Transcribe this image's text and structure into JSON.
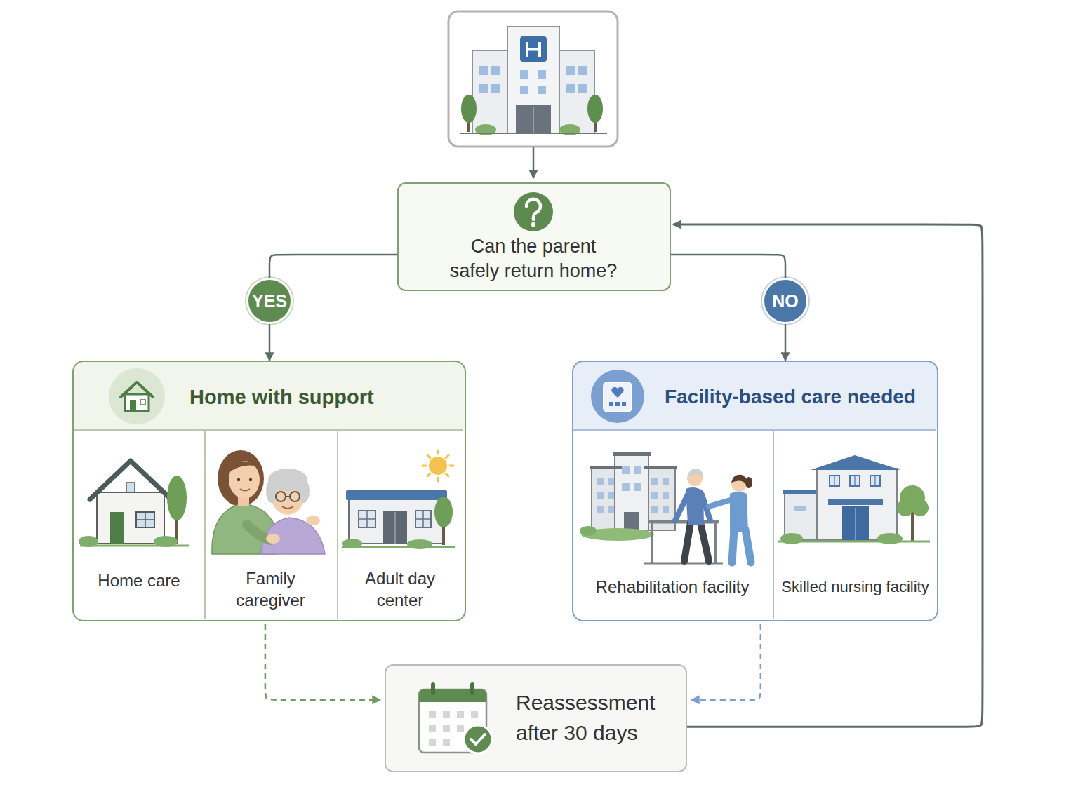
{
  "diagram": {
    "nodes": [
      {
        "text": [
          "Can the parent safely return home?"
        ]
      },
      {
        "text": [
          "YES"
        ]
      },
      {
        "text": [
          "NO"
        ]
      },
      {
        "text": [
          "Home with support"
        ]
      },
      {
        "text": [
          "Home care"
        ],
        "in": 3
      },
      {
        "text": [
          "Family caregiver"
        ],
        "in": 3
      },
      {
        "text": [
          "Adult day center"
        ],
        "in": 3
      },
      {
        "text": [
          "Facility-based care needed"
        ]
      },
      {
        "text": [
          "Rehabilitation facility"
        ],
        "in": 7
      },
      {
        "text": [
          "Skilled nursing facility"
        ],
        "in": 7
      },
      {
        "text": [
          "Reassessment after 30 days"
        ]
      }
    ],
    "edges": [
      {
        "from": 0,
        "to": 1,
        "arrow": "none"
      },
      {
        "from": 1,
        "to": 3,
        "arrow": "to"
      },
      {
        "from": 0,
        "to": 2,
        "arrow": "none"
      },
      {
        "from": 2,
        "to": 7,
        "arrow": "to"
      },
      {
        "from": 3,
        "to": 10,
        "arrow": "to"
      },
      {
        "from": 7,
        "to": 10,
        "arrow": "to"
      },
      {
        "from": 10,
        "to": 0,
        "arrow": "to"
      }
    ]
  }
}
